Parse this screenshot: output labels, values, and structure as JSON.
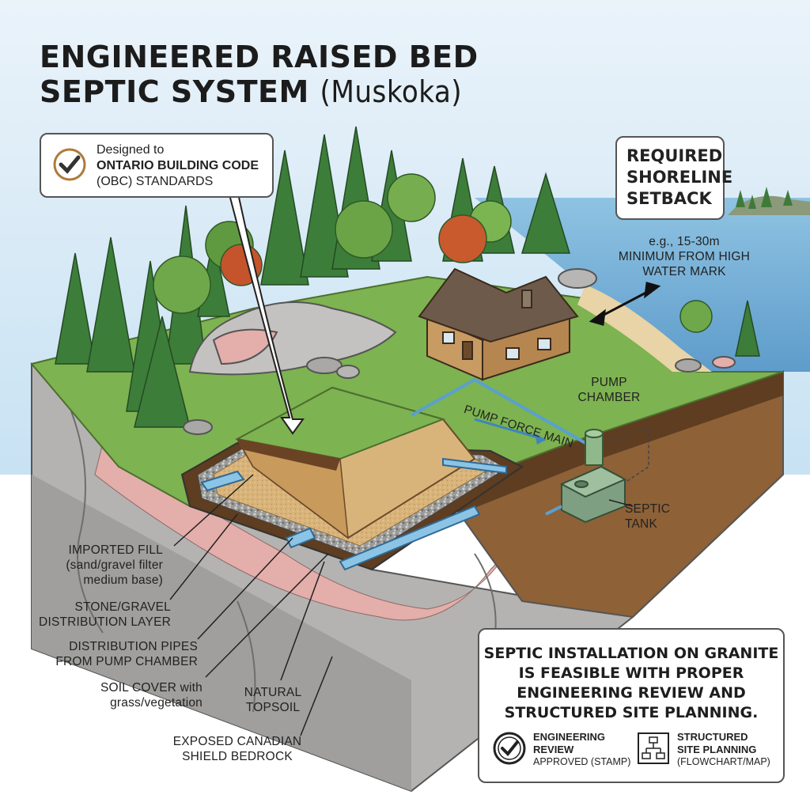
{
  "title": {
    "line1": "ENGINEERED RAISED BED",
    "line2": "SEPTIC SYSTEM",
    "suffix": "(Muskoka)"
  },
  "code_callout": {
    "line1": "Designed to",
    "line2": "ONTARIO BUILDING CODE",
    "line3": "(OBC) STANDARDS",
    "icon": "checkmark-circle-icon"
  },
  "setback_callout": {
    "line1": "REQUIRED",
    "line2": "SHORELINE",
    "line3": "SETBACK"
  },
  "setback_note": {
    "line1": "e.g., 15-30m",
    "line2": "MINIMUM FROM HIGH",
    "line3": "WATER MARK"
  },
  "labels": {
    "pump_chamber_1": "PUMP",
    "pump_chamber_2": "CHAMBER",
    "force_main": "PUMP FORCE MAIN",
    "septic_tank_1": "SEPTIC",
    "septic_tank_2": "TANK",
    "fill_1": "IMPORTED FILL",
    "fill_2": "(sand/gravel filter",
    "fill_3": "medium base)",
    "stone_1": "STONE/GRAVEL",
    "stone_2": "DISTRIBUTION LAYER",
    "pipes_1": "DISTRIBUTION PIPES",
    "pipes_2": "FROM PUMP CHAMBER",
    "soil_1": "SOIL COVER with",
    "soil_2": "grass/vegetation",
    "topsoil_1": "NATURAL",
    "topsoil_2": "TOPSOIL",
    "bedrock_1": "EXPOSED CANADIAN",
    "bedrock_2": "SHIELD BEDROCK"
  },
  "summary_box": {
    "line1": "SEPTIC INSTALLATION ON GRANITE",
    "line2": "IS FEASIBLE WITH PROPER",
    "line3": "ENGINEERING REVIEW AND",
    "line4": "STRUCTURED SITE PLANNING.",
    "badge1_title_1": "ENGINEERING",
    "badge1_title_2": "REVIEW",
    "badge1_sub": "APPROVED (STAMP)",
    "badge1_icon": "approved-stamp-icon",
    "badge2_title_1": "STRUCTURED",
    "badge2_title_2": "SITE PLANNING",
    "badge2_sub": "(FLOWCHART/MAP)",
    "badge2_icon": "flowchart-icon"
  },
  "colors": {
    "sky": "#d8ebf6",
    "water": "#9ccbe6",
    "grass": "#7db350",
    "soil": "#8e6137",
    "bedrock": "#b4b3b1",
    "pink_granite": "#e4aeaa",
    "pipe": "#8cc4e6",
    "tank": "#7f9f82"
  }
}
